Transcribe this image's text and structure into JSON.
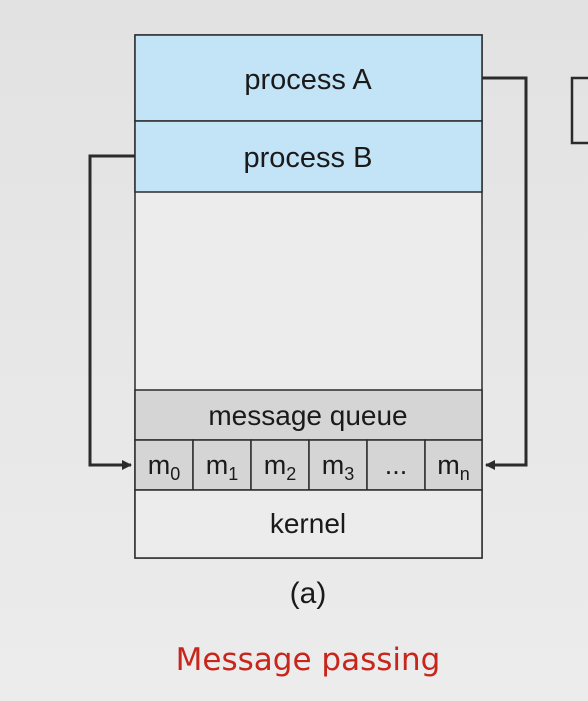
{
  "diagram": {
    "process_a": "process A",
    "process_b": "process B",
    "message_queue": "message queue",
    "kernel": "kernel",
    "caption": "(a)",
    "queue_cells": [
      {
        "base": "m",
        "sub": "0"
      },
      {
        "base": "m",
        "sub": "1"
      },
      {
        "base": "m",
        "sub": "2"
      },
      {
        "base": "m",
        "sub": "3"
      },
      {
        "base": "...",
        "sub": ""
      },
      {
        "base": "m",
        "sub": "n"
      }
    ]
  },
  "title": {
    "text": "Message passing",
    "color": "#c8251b"
  },
  "colors": {
    "process_fill": "#c3e4f7",
    "queue_fill": "#d5d5d5",
    "stroke": "#2b2b2b"
  }
}
